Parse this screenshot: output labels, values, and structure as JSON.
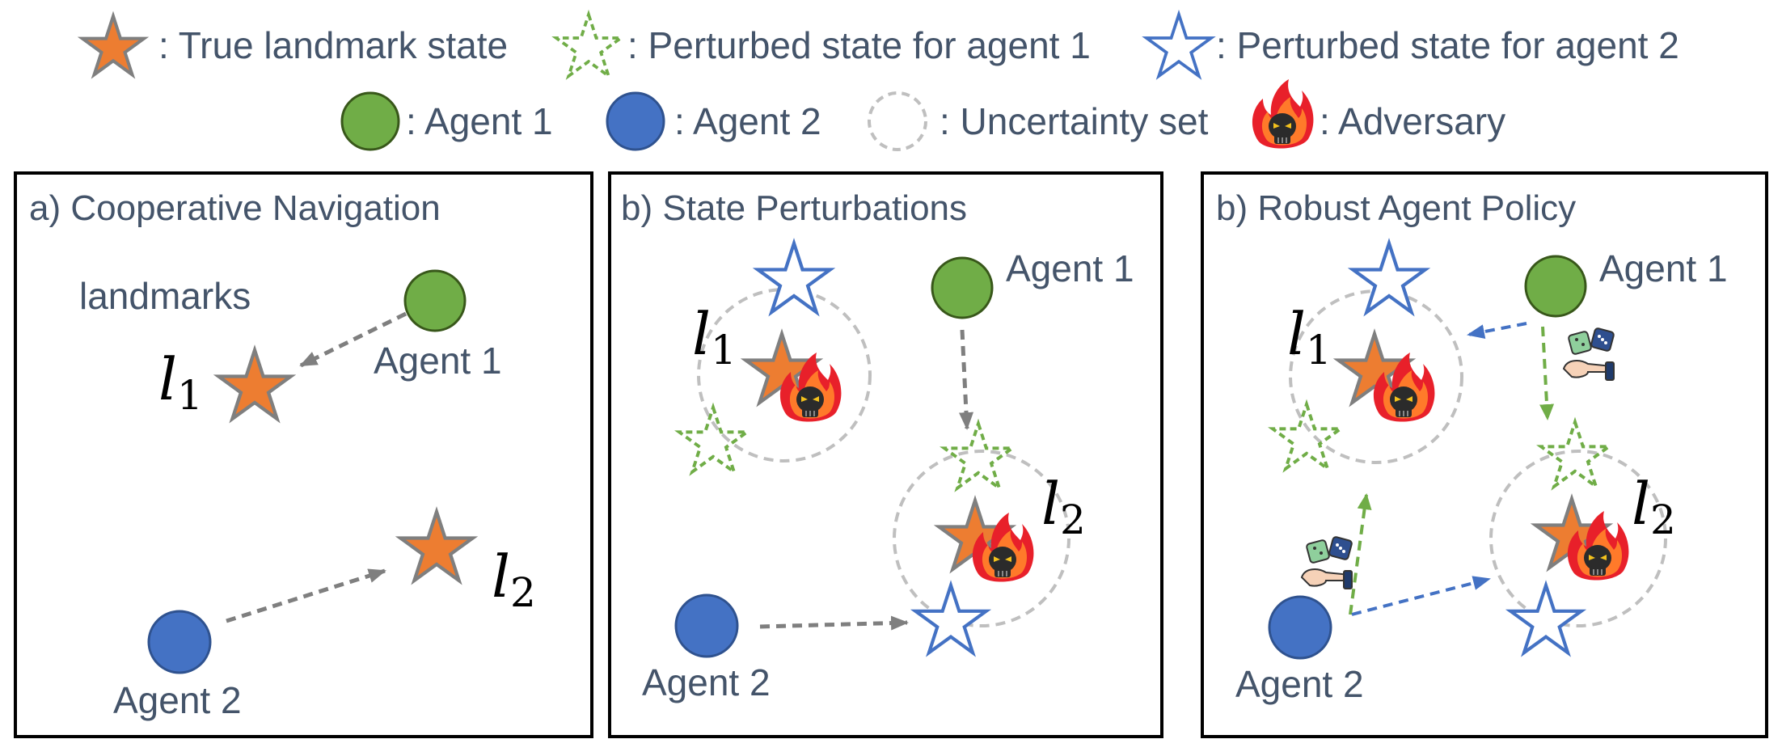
{
  "legend": {
    "true_landmark": ": True landmark state",
    "perturbed_agent1": ": Perturbed state for agent 1",
    "perturbed_agent2": ": Perturbed state for agent 2",
    "agent1": ": Agent 1",
    "agent2": ": Agent 2",
    "uncertainty": ": Uncertainty set",
    "adversary": ": Adversary"
  },
  "panels": {
    "a": {
      "title": "a) Cooperative Navigation",
      "landmarks": "landmarks",
      "agent1": "Agent 1",
      "agent2": "Agent 2"
    },
    "b": {
      "title": "b) State Perturbations",
      "agent1": "Agent 1",
      "agent2": "Agent 2"
    },
    "c": {
      "title": "b) Robust Agent Policy",
      "agent1": "Agent 1",
      "agent2": "Agent 2"
    }
  },
  "landmark_symbol": "l",
  "landmark_sub1": "1",
  "landmark_sub2": "2",
  "colors": {
    "text": "#44546a",
    "true_star": "#ed7d31",
    "star_outline": "#7f7f7f",
    "perturbed1": "#70ad47",
    "perturbed2": "#4472c4",
    "agent1": "#70ad47",
    "agent2": "#4472c4",
    "arrow": "#7f7f7f"
  },
  "icons": {
    "adversary": "flame-skull-icon",
    "dice": "dice-hand-icon"
  }
}
